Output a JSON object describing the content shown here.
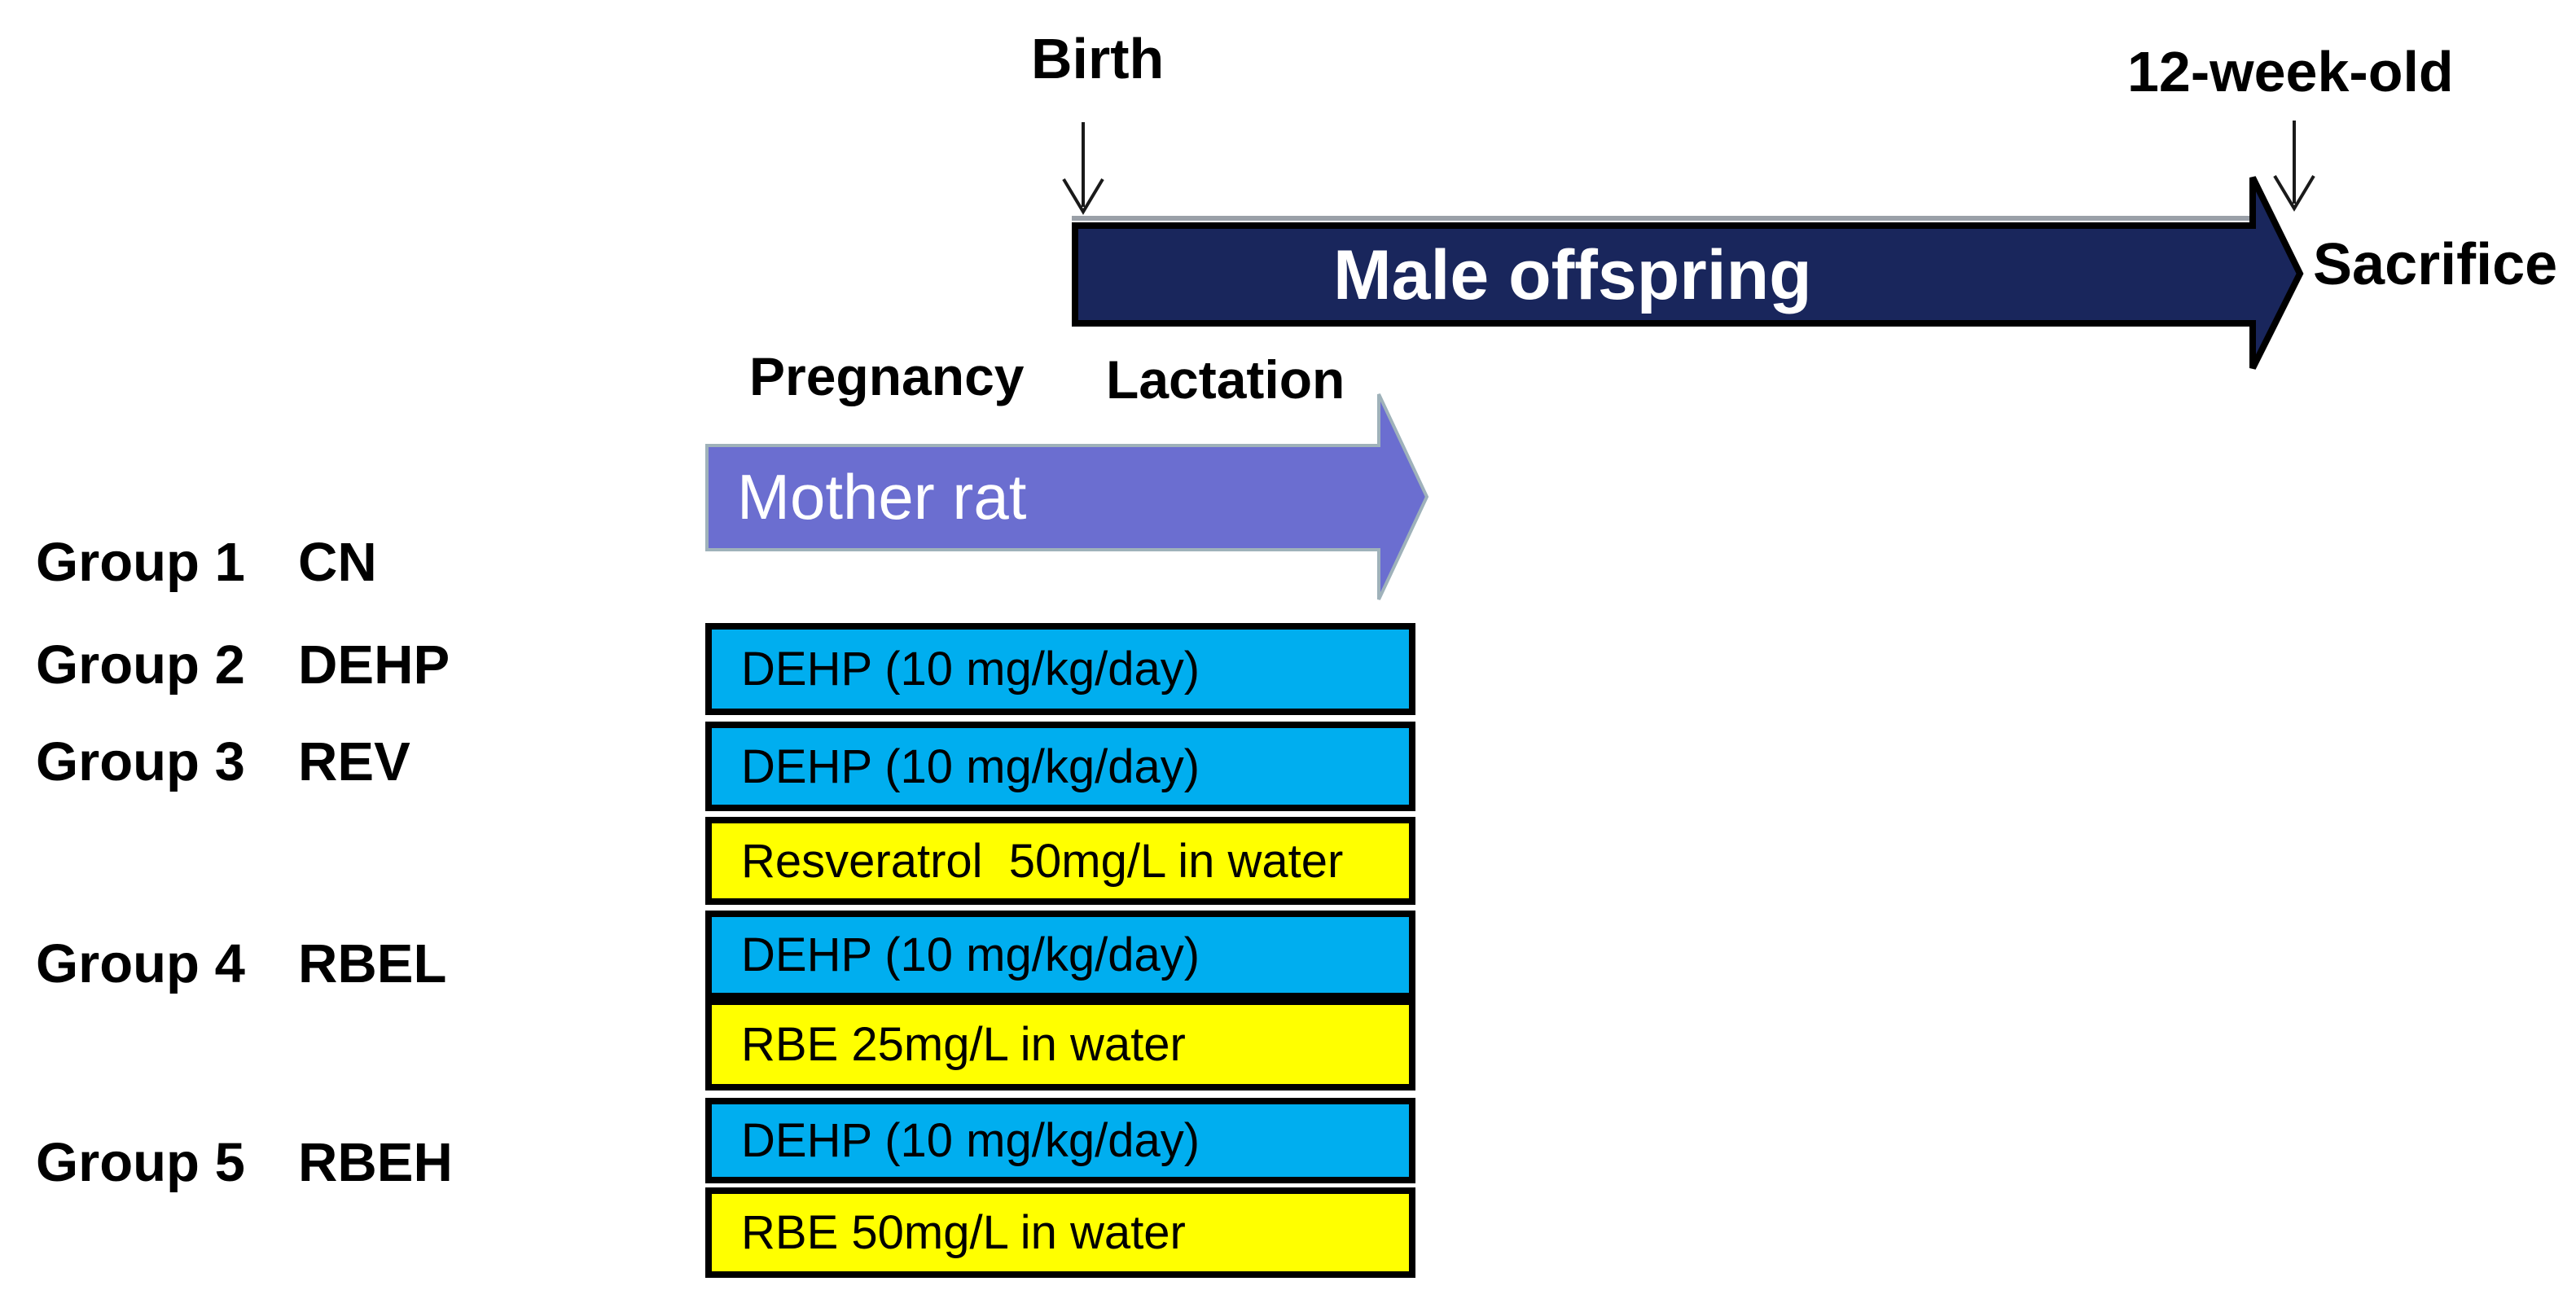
{
  "figure": {
    "birth_label": "Birth",
    "twelve_week_label": "12-week-old",
    "sacrifice_label": "Sacrifice",
    "male_offspring_label": "Male offspring",
    "pregnancy_label": "Pregnancy",
    "lactation_label": "Lactation",
    "mother_rat_label": "Mother rat"
  },
  "colors": {
    "offspring_navy": "#19265C",
    "offspring_border": "#000000",
    "mother_purple": "#6B6ED0",
    "mother_border": "#9FB2BA",
    "dehp_blue": "#00AEEF",
    "water_yellow": "#FFFF00",
    "arrow_stroke": "#1A1A1A"
  },
  "groups": [
    {
      "name": "Group 1",
      "abbr": "CN",
      "treatments": []
    },
    {
      "name": "Group 2",
      "abbr": "DEHP",
      "treatments": [
        {
          "type": "dehp",
          "label": "DEHP (10 mg/kg/day)"
        }
      ]
    },
    {
      "name": "Group 3",
      "abbr": "REV",
      "treatments": [
        {
          "type": "dehp",
          "label": "DEHP (10 mg/kg/day)"
        },
        {
          "type": "water",
          "label": "Resveratrol  50mg/L in water"
        }
      ]
    },
    {
      "name": "Group 4",
      "abbr": "RBEL",
      "treatments": [
        {
          "type": "dehp",
          "label": "DEHP (10 mg/kg/day)"
        },
        {
          "type": "water",
          "label": "RBE 25mg/L in water"
        }
      ]
    },
    {
      "name": "Group 5",
      "abbr": "RBEH",
      "treatments": [
        {
          "type": "dehp",
          "label": "DEHP (10 mg/kg/day)"
        },
        {
          "type": "water",
          "label": "RBE 50mg/L in water"
        }
      ]
    }
  ]
}
